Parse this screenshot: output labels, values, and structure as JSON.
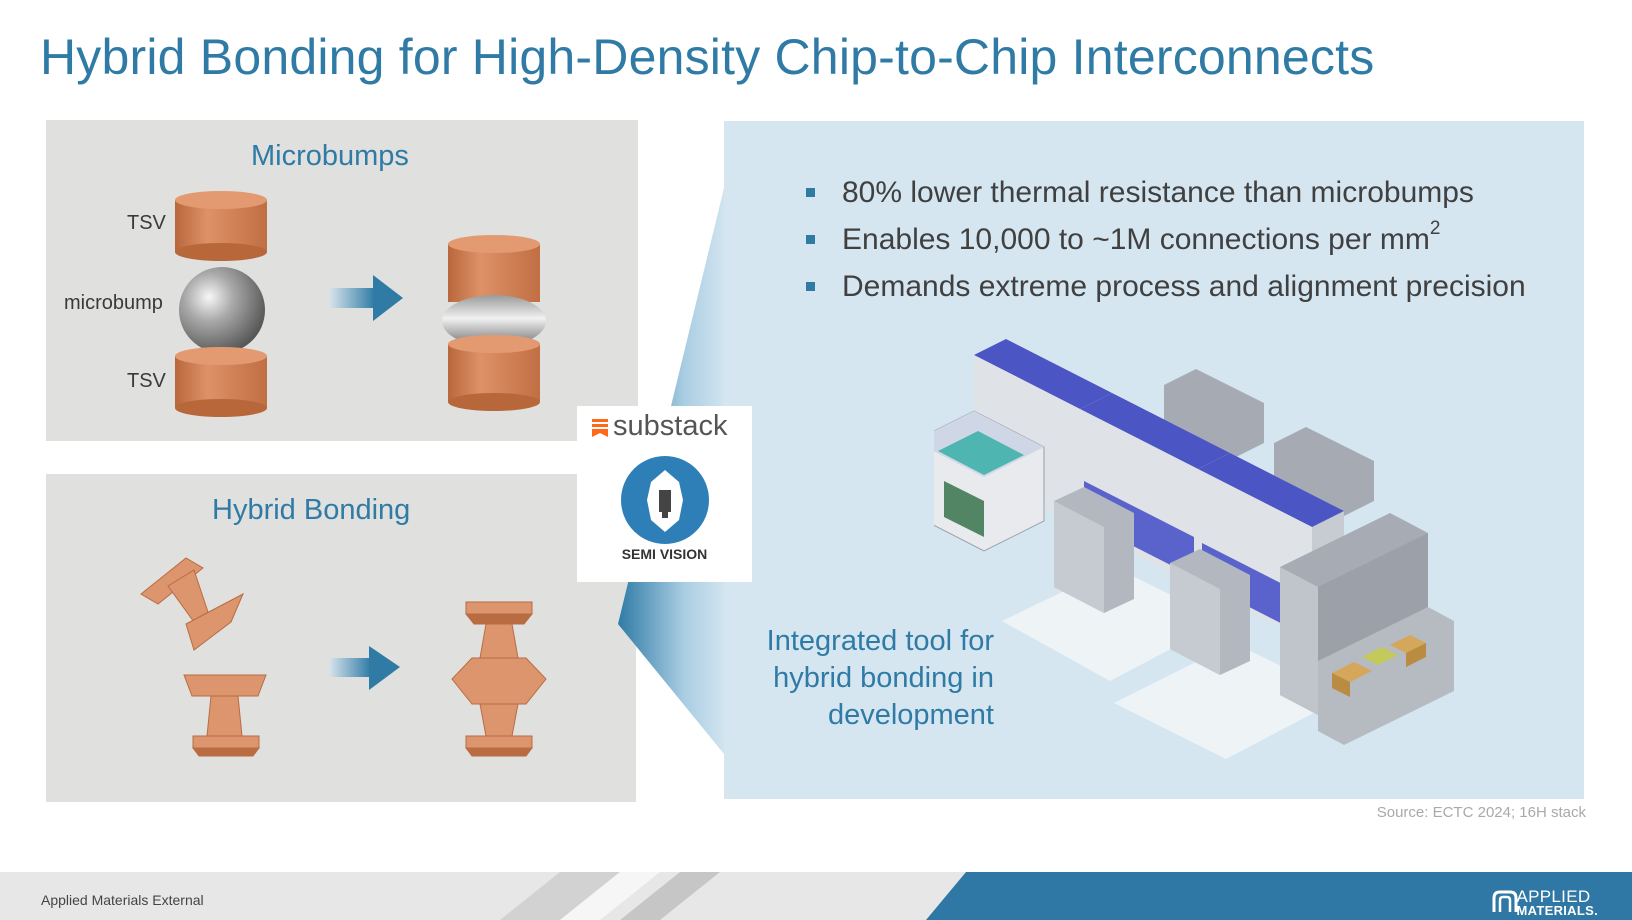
{
  "slide": {
    "title": "Hybrid Bonding for High-Density Chip-to-Chip Interconnects"
  },
  "microbumps_panel": {
    "title": "Microbumps",
    "label_top": "TSV",
    "label_middle": "microbump",
    "label_bottom": "TSV"
  },
  "hybrid_panel": {
    "title": "Hybrid Bonding"
  },
  "right_panel": {
    "bullets": [
      {
        "text": "80% lower thermal resistance than microbumps",
        "sup": ""
      },
      {
        "text": "Enables 10,000 to ~1M connections per mm",
        "sup": "2"
      },
      {
        "text": "Demands extreme process and alignment precision",
        "sup": ""
      }
    ],
    "caption_lines": [
      "Integrated tool for",
      "hybrid bonding in",
      "development"
    ]
  },
  "source": "Source: ECTC 2024; 16H stack",
  "footer": {
    "classification": "Applied Materials External",
    "logo_line1": "APPLIED",
    "logo_line2": "MATERIALS."
  },
  "watermark": {
    "brand": "substack",
    "label": "SEMI VISION"
  },
  "colors": {
    "title_blue": "#2f7ba6",
    "panel_gray": "#e0e0df",
    "right_panel_blue": "#d5e6f1",
    "copper": "#d58a5e",
    "footer_blue": "#2f77a4"
  }
}
